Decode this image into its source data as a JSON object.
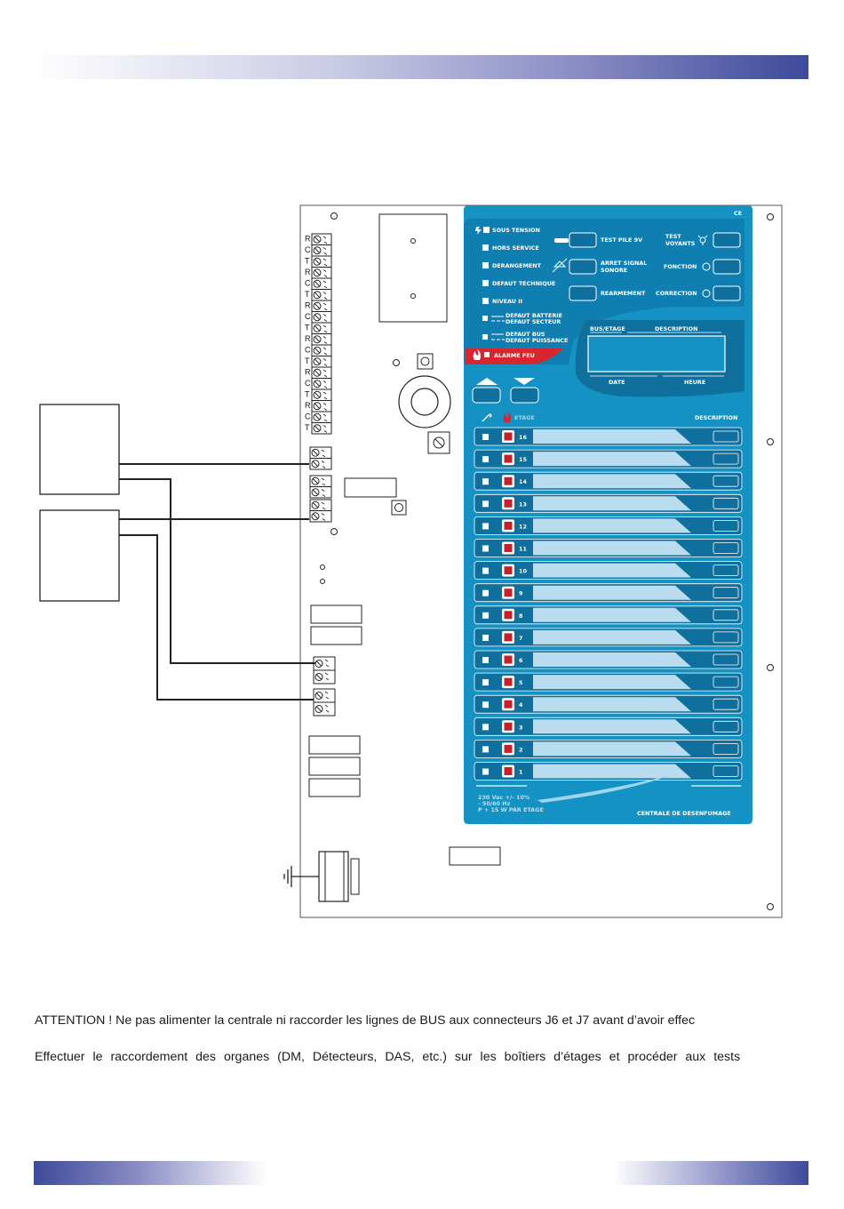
{
  "colors": {
    "panel": "#1592c4",
    "panel_dark": "#0f6f9d",
    "led_red": "#c8202a",
    "alarm_red": "#d8262f",
    "band": "#3d4a9a"
  },
  "terminal_labels": [
    "R",
    "C",
    "T",
    "R",
    "C",
    "T",
    "R",
    "C",
    "T",
    "R",
    "C",
    "T",
    "R",
    "C",
    "T",
    "R",
    "C",
    "T"
  ],
  "panel": {
    "ce_mark": "CE",
    "status_leds": [
      "SOUS TENSION",
      "HORS SERVICE",
      "DERANGEMENT",
      "DEFAUT TECHNIQUE",
      "NIVEAU II"
    ],
    "defaut_batterie": "DEFAUT BATTERIE",
    "defaut_secteur": "DEFAUT SECTEUR",
    "defaut_bus": "DEFAUT BUS",
    "defaut_puissance": "DEFAUT PUISSANCE",
    "alarme_feu": "ALARME FEU",
    "test_pile": "TEST PILE 9V",
    "arret_signal_1": "ARRET SIGNAL",
    "arret_signal_2": "SONORE",
    "rearmement": "REARMEMENT",
    "test_voyants_1": "TEST",
    "test_voyants_2": "VOYANTS",
    "fonction": "FONCTION",
    "correction": "CORRECTION",
    "display_bus": "BUS/ETAGE",
    "display_description": "DESCRIPTION",
    "display_date": "DATE",
    "display_heure": "HEURE",
    "etage_header": "ETAGE",
    "description_header": "DESCRIPTION",
    "floors": [
      "16",
      "15",
      "14",
      "13",
      "12",
      "11",
      "10",
      "9",
      "8",
      "7",
      "6",
      "5",
      "4",
      "3",
      "2",
      "1"
    ],
    "footer_spec_1": "230 Vac +/- 10%",
    "footer_spec_2": "- 50/60 Hz",
    "footer_spec_3": "P + 15 W PAR ETAGE",
    "footer_title": "CENTRALE DE DESENFUMAGE"
  },
  "paragraphs": [
    "ATTENTION ! Ne pas alimenter la centrale ni raccorder les lignes de BUS aux connecteurs J6 et J7 avant d’avoir effec",
    "Effectuer le raccordement  des organes (DM, Détecteurs, DAS, etc.) sur les boîtiers d’étages et procéder aux tests"
  ]
}
